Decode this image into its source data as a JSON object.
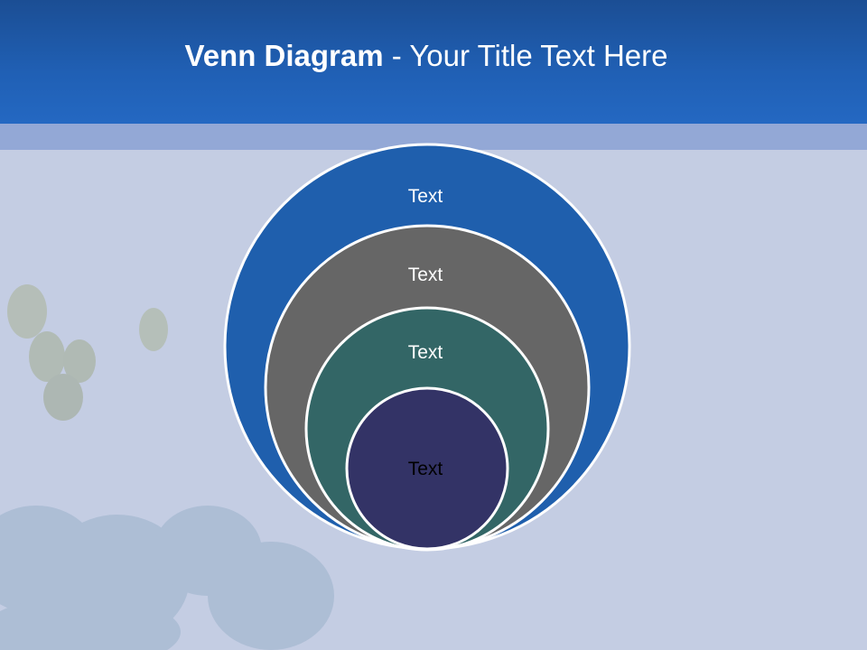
{
  "slide": {
    "title_bold": "Venn Diagram",
    "title_rest": " - Your Title Text Here"
  },
  "diagram": {
    "circles": [
      {
        "label": "Text",
        "fill": "#1f5fad",
        "text_color": "#ffffff"
      },
      {
        "label": "Text",
        "fill": "#666666",
        "text_color": "#ffffff"
      },
      {
        "label": "Text",
        "fill": "#336666",
        "text_color": "#ffffff"
      },
      {
        "label": "Text",
        "fill": "#333366",
        "text_color": "#000000"
      }
    ]
  },
  "colors": {
    "header": "#2060b5",
    "accent_strip": "#93a8d6",
    "background": "#c4cde3"
  }
}
